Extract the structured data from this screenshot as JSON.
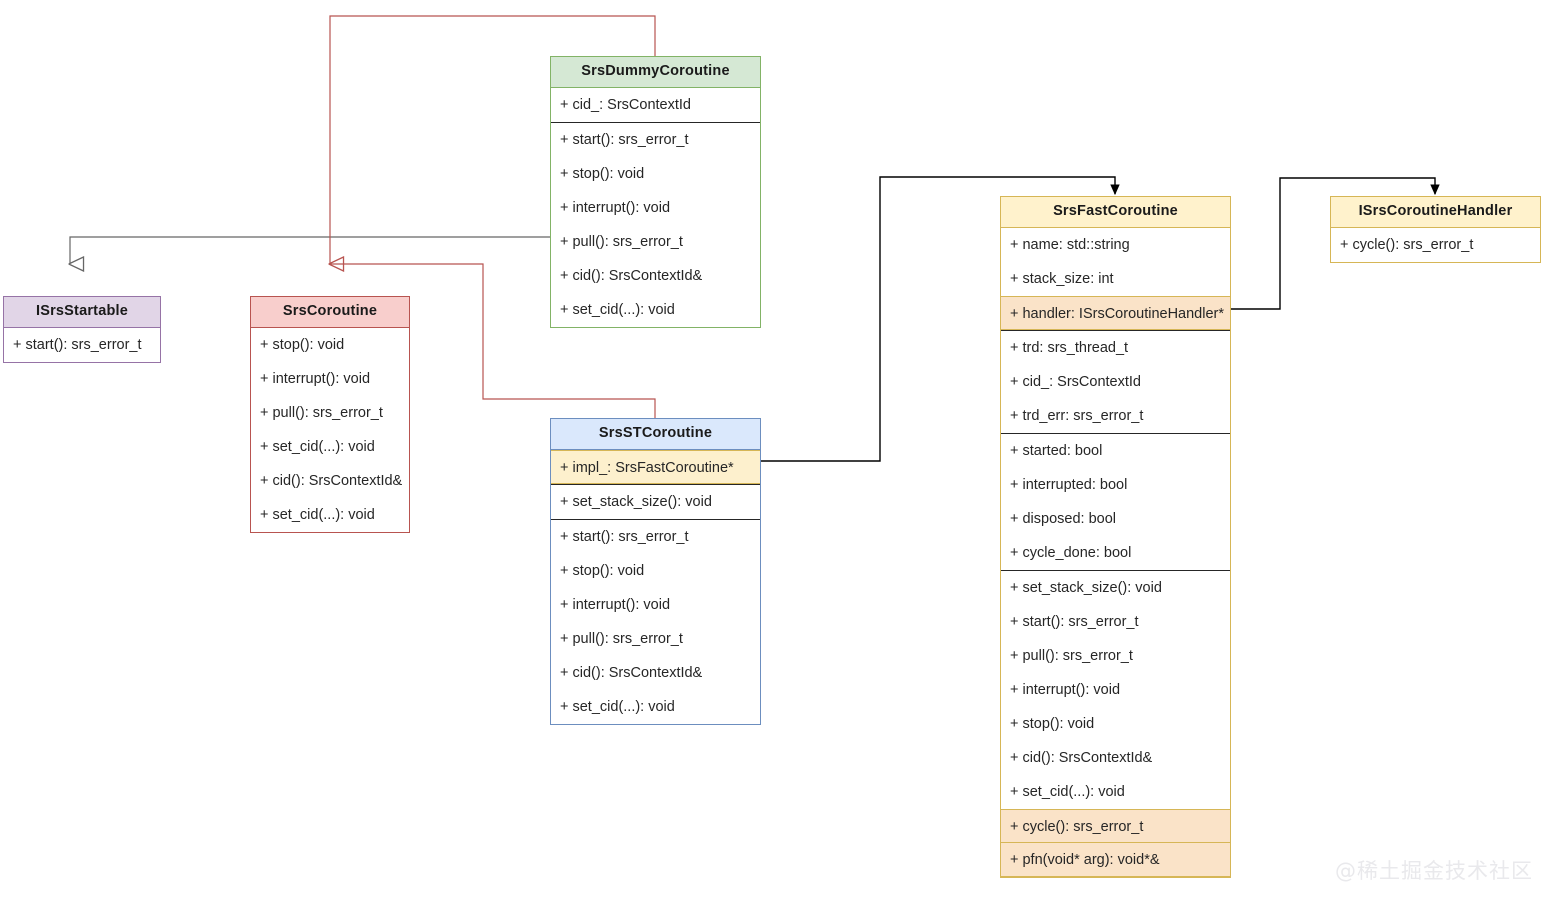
{
  "diagram": {
    "kind": "uml-class-diagram",
    "watermark": "@稀土掘金技术社区",
    "colors": {
      "green_fill": "#d5e8d4",
      "green_stroke": "#82b366",
      "purple_fill": "#e1d5e7",
      "purple_stroke": "#9673a6",
      "red_fill": "#f8cecc",
      "red_stroke": "#b85450",
      "blue_fill": "#dae8fc",
      "blue_stroke": "#6c8ebf",
      "orange_fill": "#fff2cc",
      "orange_stroke": "#d6b656",
      "highlight_peach": "#fae3c8",
      "highlight_cream": "#fdf0cd",
      "edge_gray": "#666666",
      "edge_red": "#b85450",
      "edge_black": "#000000"
    },
    "classes": {
      "isrs_startable": {
        "name": "ISrsStartable",
        "members": [
          "+ start(): srs_error_t"
        ]
      },
      "srs_coroutine": {
        "name": "SrsCoroutine",
        "members": [
          "+ stop(): void",
          "+ interrupt(): void",
          "+ pull(): srs_error_t",
          "+ set_cid(...): void",
          "+ cid(): SrsContextId&",
          "+ set_cid(...): void"
        ]
      },
      "srs_dummy_coroutine": {
        "name": "SrsDummyCoroutine",
        "attributes": [
          "+ cid_: SrsContextId"
        ],
        "methods": [
          "+ start(): srs_error_t",
          "+ stop(): void",
          "+ interrupt(): void",
          "+ pull(): srs_error_t",
          "+ cid(): SrsContextId&",
          "+ set_cid(...): void"
        ]
      },
      "srs_st_coroutine": {
        "name": "SrsSTCoroutine",
        "attributes_highlighted": [
          "+ impl_: SrsFastCoroutine*"
        ],
        "section_b": [
          "+ set_stack_size(): void"
        ],
        "methods": [
          "+ start(): srs_error_t",
          "+ stop(): void",
          "+ interrupt(): void",
          "+ pull(): srs_error_t",
          "+ cid(): SrsContextId&",
          "+ set_cid(...): void"
        ]
      },
      "srs_fast_coroutine": {
        "name": "SrsFastCoroutine",
        "section_a": [
          "+ name: std::string",
          "+ stack_size: int"
        ],
        "section_a_highlighted": [
          "+ handler: ISrsCoroutineHandler*"
        ],
        "section_b": [
          "+ trd: srs_thread_t",
          "+ cid_: SrsContextId",
          "+ trd_err: srs_error_t"
        ],
        "section_c": [
          "+ started: bool",
          "+ interrupted: bool",
          "+ disposed: bool",
          "+ cycle_done: bool"
        ],
        "section_d": [
          "+ set_stack_size(): void",
          "+ start(): srs_error_t",
          "+ pull(): srs_error_t",
          "+ interrupt(): void",
          "+ stop(): void",
          "+ cid(): SrsContextId&",
          "+ set_cid(...): void"
        ],
        "section_d_highlighted": [
          "+ cycle(): srs_error_t",
          "+ pfn(void* arg): void*&"
        ]
      },
      "isrs_coroutine_handler": {
        "name": "ISrsCoroutineHandler",
        "members": [
          "+ cycle(): srs_error_t"
        ]
      }
    },
    "relations": [
      {
        "from": "SrsDummyCoroutine",
        "to": "ISrsStartable",
        "type": "generalization",
        "arrow": "hollow-triangle"
      },
      {
        "from": "SrsDummyCoroutine",
        "to": "SrsCoroutine",
        "type": "generalization",
        "arrow": "hollow-triangle"
      },
      {
        "from": "SrsSTCoroutine",
        "to": "SrsCoroutine",
        "type": "generalization",
        "arrow": "hollow-triangle"
      },
      {
        "from": "SrsSTCoroutine.impl_",
        "to": "SrsFastCoroutine",
        "type": "association",
        "arrow": "filled-arrow"
      },
      {
        "from": "SrsFastCoroutine.handler",
        "to": "ISrsCoroutineHandler",
        "type": "association",
        "arrow": "filled-arrow"
      }
    ]
  }
}
